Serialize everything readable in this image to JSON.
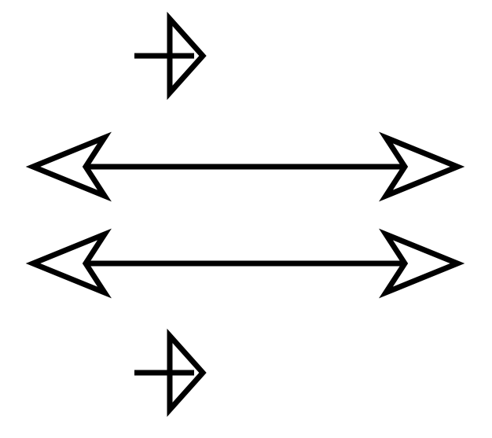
{
  "diagram": {
    "elements": [
      {
        "id": "small-arrow-top",
        "kind": "small-right-arrow",
        "icon": "right-arrow-icon"
      },
      {
        "id": "double-arrow-1",
        "kind": "double-headed-arrow",
        "icon": "double-arrow-icon"
      },
      {
        "id": "double-arrow-2",
        "kind": "double-headed-arrow",
        "icon": "double-arrow-icon"
      },
      {
        "id": "small-arrow-bottom",
        "kind": "small-right-arrow",
        "icon": "right-arrow-icon"
      }
    ],
    "colors": {
      "stroke": "#000000",
      "fill": "#ffffff",
      "background": "#ffffff"
    }
  }
}
